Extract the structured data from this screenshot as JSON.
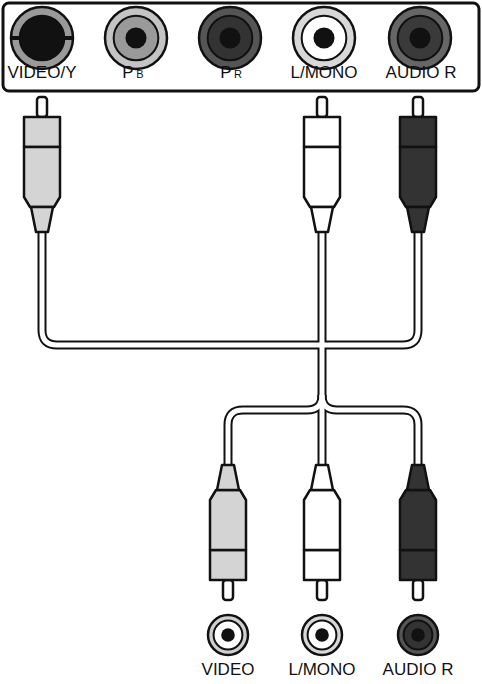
{
  "diagram": {
    "labels": [
      "VIDEO/Y",
      "P",
      "B",
      "P",
      "R",
      "L/MONO",
      "AUDIO R",
      "VIDEO",
      "L/MONO",
      "AUDIO R"
    ]
  }
}
